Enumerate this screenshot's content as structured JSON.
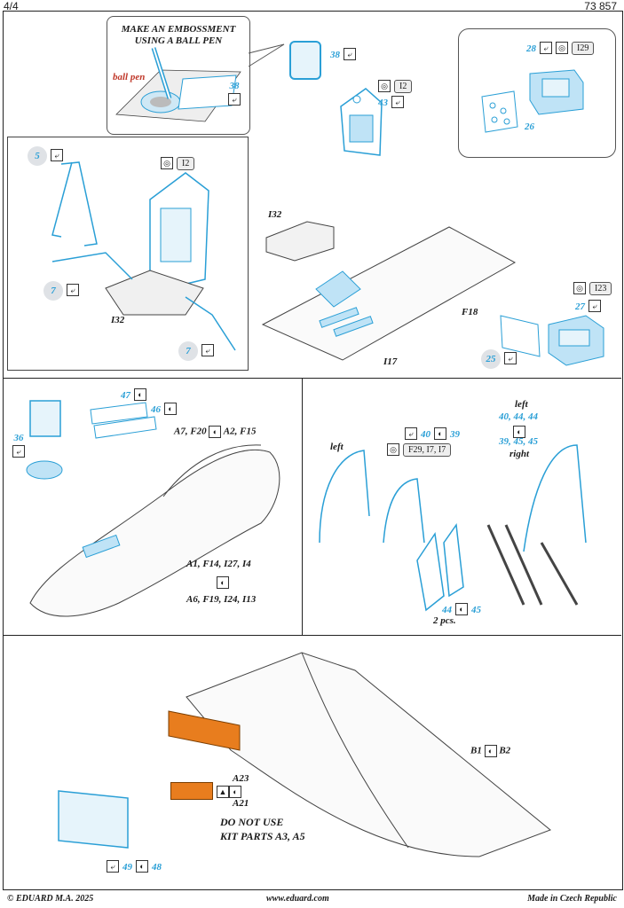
{
  "header": {
    "page": "4/4",
    "code": "73 857"
  },
  "callout": {
    "title_line1": "MAKE AN EMBOSSMENT",
    "title_line2": "USING A BALL PEN",
    "ball_pen": "ball pen",
    "part": "38"
  },
  "top": {
    "p38": "38",
    "i2": "I2",
    "p43": "43",
    "p28": "28",
    "i29": "I29",
    "p26": "26",
    "i32": "I32",
    "f18": "F18",
    "i17": "I17",
    "i23": "I23",
    "p27": "27",
    "p25": "25"
  },
  "seat": {
    "p5": "5",
    "i2": "I2",
    "p7a": "7",
    "i32": "I32",
    "p7b": "7"
  },
  "mid_left": {
    "p47": "47",
    "p46": "46",
    "p36": "36",
    "ref1": "A7, F20",
    "ref2": "A2, F15",
    "ref3": "A1, F14, I27, I4",
    "ref4": "A6, F19, I24, I13"
  },
  "mid_right": {
    "left_lbl": "left",
    "p40": "40",
    "p39": "39",
    "refs": "F29, I7, I7",
    "left_top": "left",
    "left_nums": "40, 44, 44",
    "right_nums": "39, 45, 45",
    "right_lbl": "right",
    "p44": "44",
    "p45": "45",
    "pcs": "2 pcs."
  },
  "bottom": {
    "b1": "B1",
    "b2": "B2",
    "a23": "A23",
    "a21": "A21",
    "warn1": "DO NOT USE",
    "warn2": "KIT PARTS A3, A5",
    "p49": "49",
    "p48": "48"
  },
  "footer": {
    "left": "© EDUARD  M.A. 2025",
    "center": "www.eduard.com",
    "right": "Made in Czech Republic"
  },
  "colors": {
    "pe_blue": "#2a9fd6",
    "pe_fill": "#bfe3f6",
    "orange": "#e87d1e"
  }
}
